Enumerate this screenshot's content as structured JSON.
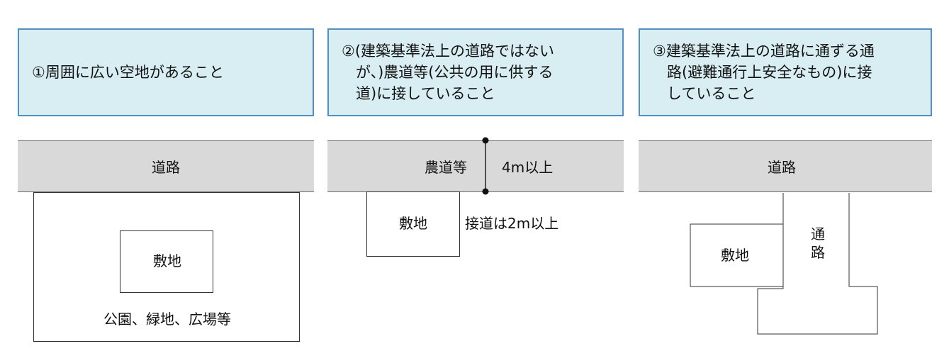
{
  "panel1": {
    "note": "①周囲に広い空地があること",
    "road_label": "道路",
    "site_label": "敷地",
    "area_label": "公園、緑地、広場等"
  },
  "panel2": {
    "note_lines": [
      "②(建築基準法上の道路ではない",
      "が、)農道等(公共の用に供する",
      "道)に接していること"
    ],
    "road_label": "農道等",
    "width_label": "4m以上",
    "site_label": "敷地",
    "frontage_label": "接道は2m以上"
  },
  "panel3": {
    "note_lines": [
      "③建築基準法上の道路に通ずる通",
      "路(避難通行上安全なもの)に接",
      "していること"
    ],
    "road_label": "道路",
    "site_label": "敷地",
    "passage_chars": [
      "通",
      "路"
    ]
  },
  "colors": {
    "note_fill": "#d9eef2",
    "note_border": "#4f90c8",
    "road_fill": "#d9d9d9"
  }
}
